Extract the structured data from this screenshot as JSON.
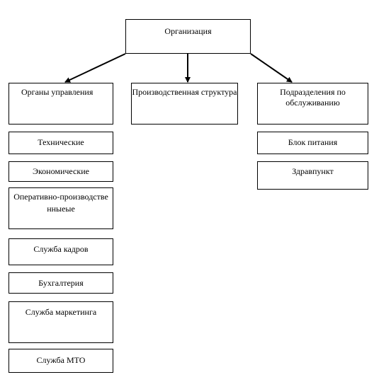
{
  "root": {
    "label": "Организация"
  },
  "branches": [
    {
      "title": "Органы управления",
      "children": [
        "Технические",
        "Экономические",
        "Оперативно-производственныеые",
        "Служба кадров",
        "Бухгалтерия",
        "Служба маркетинга",
        "Служба МТО"
      ]
    },
    {
      "title": "Производственная структура",
      "children": []
    },
    {
      "title": "Подразделения по обслуживанию",
      "children": [
        "Блок питания",
        "Здравпункт"
      ]
    }
  ],
  "colors": {
    "stroke": "#000000",
    "fill": "#ffffff"
  }
}
